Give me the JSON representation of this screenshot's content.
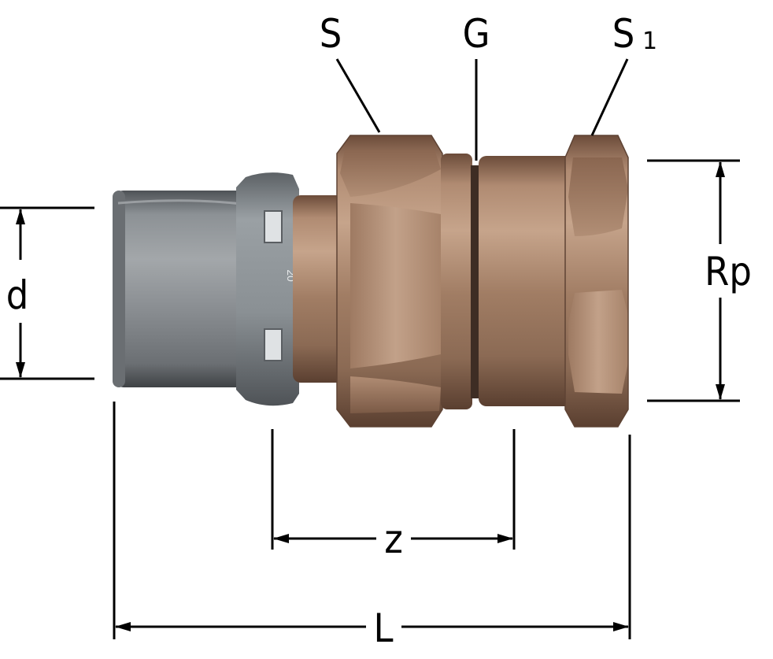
{
  "labels": {
    "S": "S",
    "G": "G",
    "S1": "S",
    "S1_sub": "1",
    "Rp": "Rp",
    "d": "d",
    "z": "z",
    "L": "L"
  },
  "part_marking": "20",
  "colors": {
    "bronze": "#a9846b",
    "bronze_dark": "#6f4f3d",
    "steel": "#8b9094",
    "steel_dark": "#4e5256",
    "plastic_ring": "#8a8f93"
  }
}
